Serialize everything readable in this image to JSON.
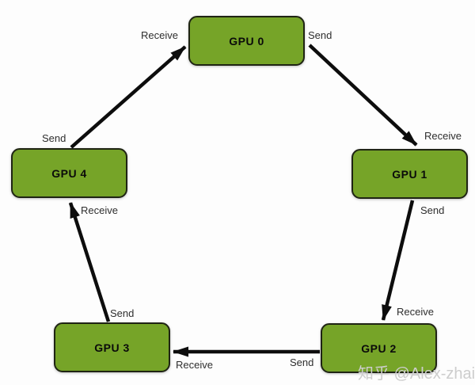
{
  "diagram": {
    "title_implicit": "GPU ring send/receive topology",
    "nodes": [
      {
        "id": "gpu0",
        "label": "GPU 0"
      },
      {
        "id": "gpu1",
        "label": "GPU 1"
      },
      {
        "id": "gpu2",
        "label": "GPU 2"
      },
      {
        "id": "gpu3",
        "label": "GPU 3"
      },
      {
        "id": "gpu4",
        "label": "GPU 4"
      }
    ],
    "edges": [
      {
        "from": "GPU 4",
        "to": "GPU 0",
        "send_label": "Send",
        "receive_label": "Receive"
      },
      {
        "from": "GPU 0",
        "to": "GPU 1",
        "send_label": "Send",
        "receive_label": "Receive"
      },
      {
        "from": "GPU 1",
        "to": "GPU 2",
        "send_label": "Send",
        "receive_label": "Receive"
      },
      {
        "from": "GPU 2",
        "to": "GPU 3",
        "send_label": "Send",
        "receive_label": "Receive"
      },
      {
        "from": "GPU 3",
        "to": "GPU 4",
        "send_label": "Send",
        "receive_label": "Receive"
      }
    ]
  },
  "watermark": {
    "text": "知乎 @Alex-zhai"
  },
  "colors": {
    "node_fill": "#76a428",
    "node_border": "#1f2414",
    "node_text": "#0a0a0a",
    "arrow": "#0d0d0d",
    "edge_label_text": "#2e2e2e",
    "watermark_text": "#cdcdcd",
    "background": "#fdfdfd"
  }
}
